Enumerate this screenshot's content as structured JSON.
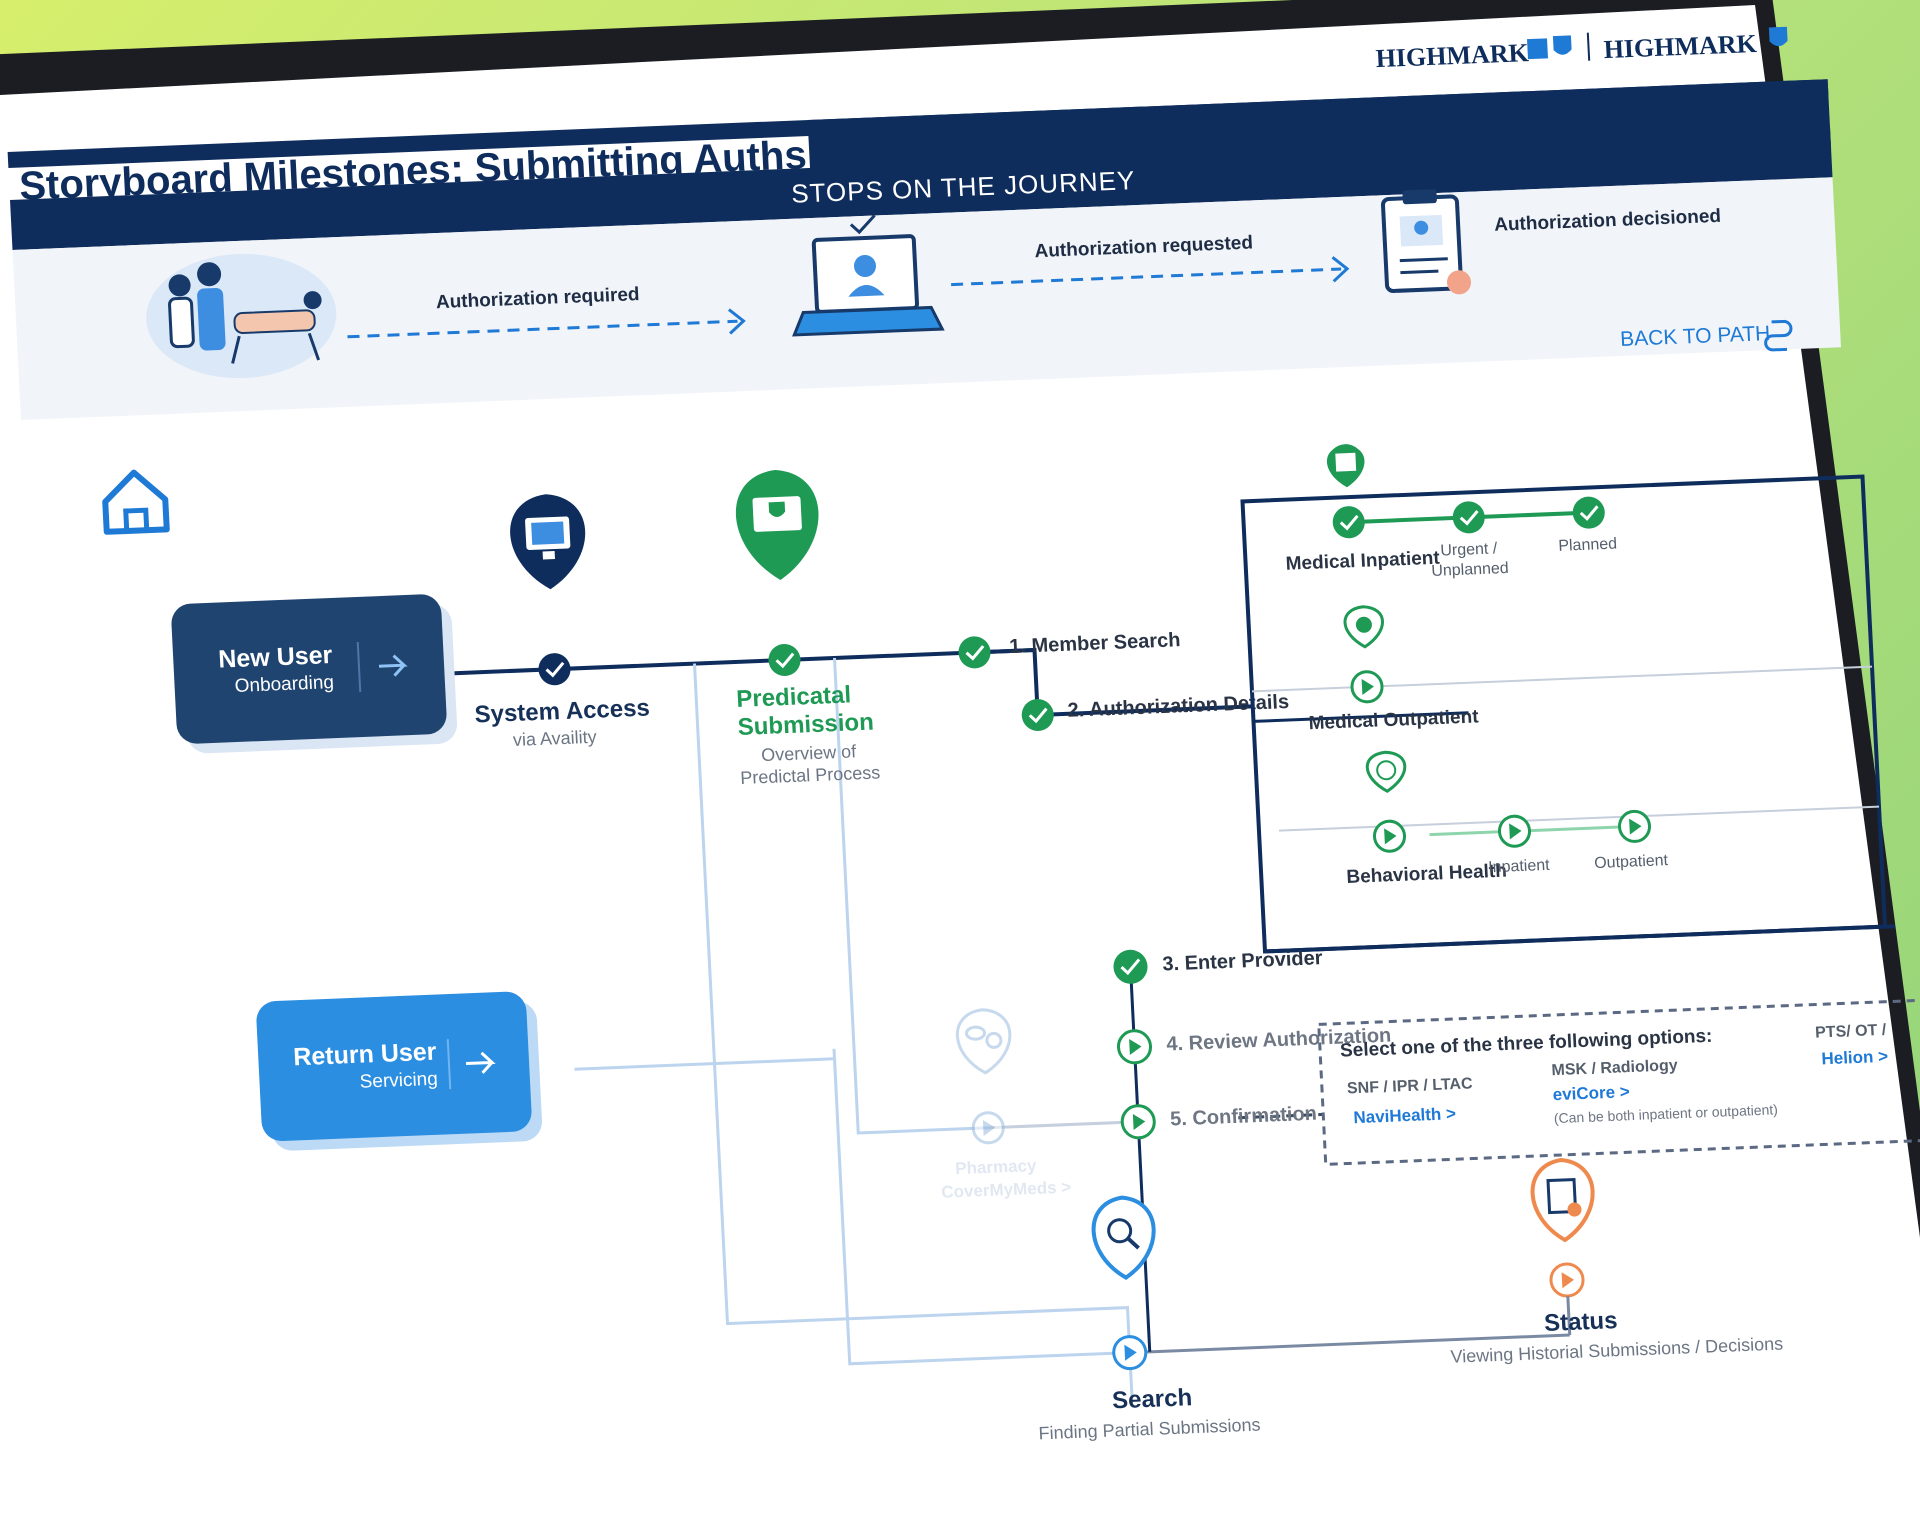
{
  "header": {
    "title": "Storyboard Milestones: Submitting Auths",
    "logo_left": "HIGHMARK",
    "logo_right": "HIGHMARK",
    "band": "STOPS ON THE JOURNEY",
    "back_to_path": "BACK TO PATH"
  },
  "journey": [
    {
      "label": "Authorization required"
    },
    {
      "label": "Authorization requested"
    },
    {
      "label": "Authorization decisioned"
    }
  ],
  "buttons": {
    "new_user": {
      "title": "New User",
      "subtitle": "Onboarding"
    },
    "return_user": {
      "title": "Return User",
      "subtitle": "Servicing"
    }
  },
  "nodes": {
    "system_access": {
      "title": "System Access",
      "subtitle": "via Availity"
    },
    "predicatal": {
      "title_1": "Predicatal",
      "title_2": "Submission",
      "sub_1": "Overview of",
      "sub_2": "Predictal Process"
    },
    "search": {
      "title": "Search",
      "subtitle": "Finding Partial Submissions"
    },
    "status": {
      "title": "Status",
      "subtitle": "Viewing Historial Submissions / Decisions"
    },
    "pharmacy": {
      "title": "Pharmacy",
      "link": "CoverMyMeds >"
    }
  },
  "steps": {
    "s1": "1. Member Search",
    "s2": "2. Authorization Details",
    "s3": "3. Enter Provider",
    "s4": "4. Review Authorization",
    "s5": "5. Confirmation"
  },
  "auth_details_box": {
    "medical_inpatient": "Medical Inpatient",
    "urgent_1": "Urgent /",
    "urgent_2": "Unplanned",
    "planned": "Planned",
    "medical_outpatient": "Medical Outpatient",
    "behavioral_health": "Behavioral Health",
    "inpatient": "Inpatient",
    "outpatient": "Outpatient"
  },
  "options_box": {
    "heading": "Select one of the three following options:",
    "snf": "SNF / IPR / LTAC",
    "navihealth": "NaviHealth >",
    "msk": "MSK / Radiology",
    "evicore": "eviCore >",
    "evicore_note": "(Can be both inpatient or outpatient)",
    "pts": "PTS/ OT /",
    "helion": "Helion >"
  },
  "colors": {
    "navy": "#0f2d5c",
    "green": "#1e9a55",
    "blue": "#1f7ad6",
    "light_blue": "#2b8ee0",
    "orange": "#ef8a4e"
  }
}
